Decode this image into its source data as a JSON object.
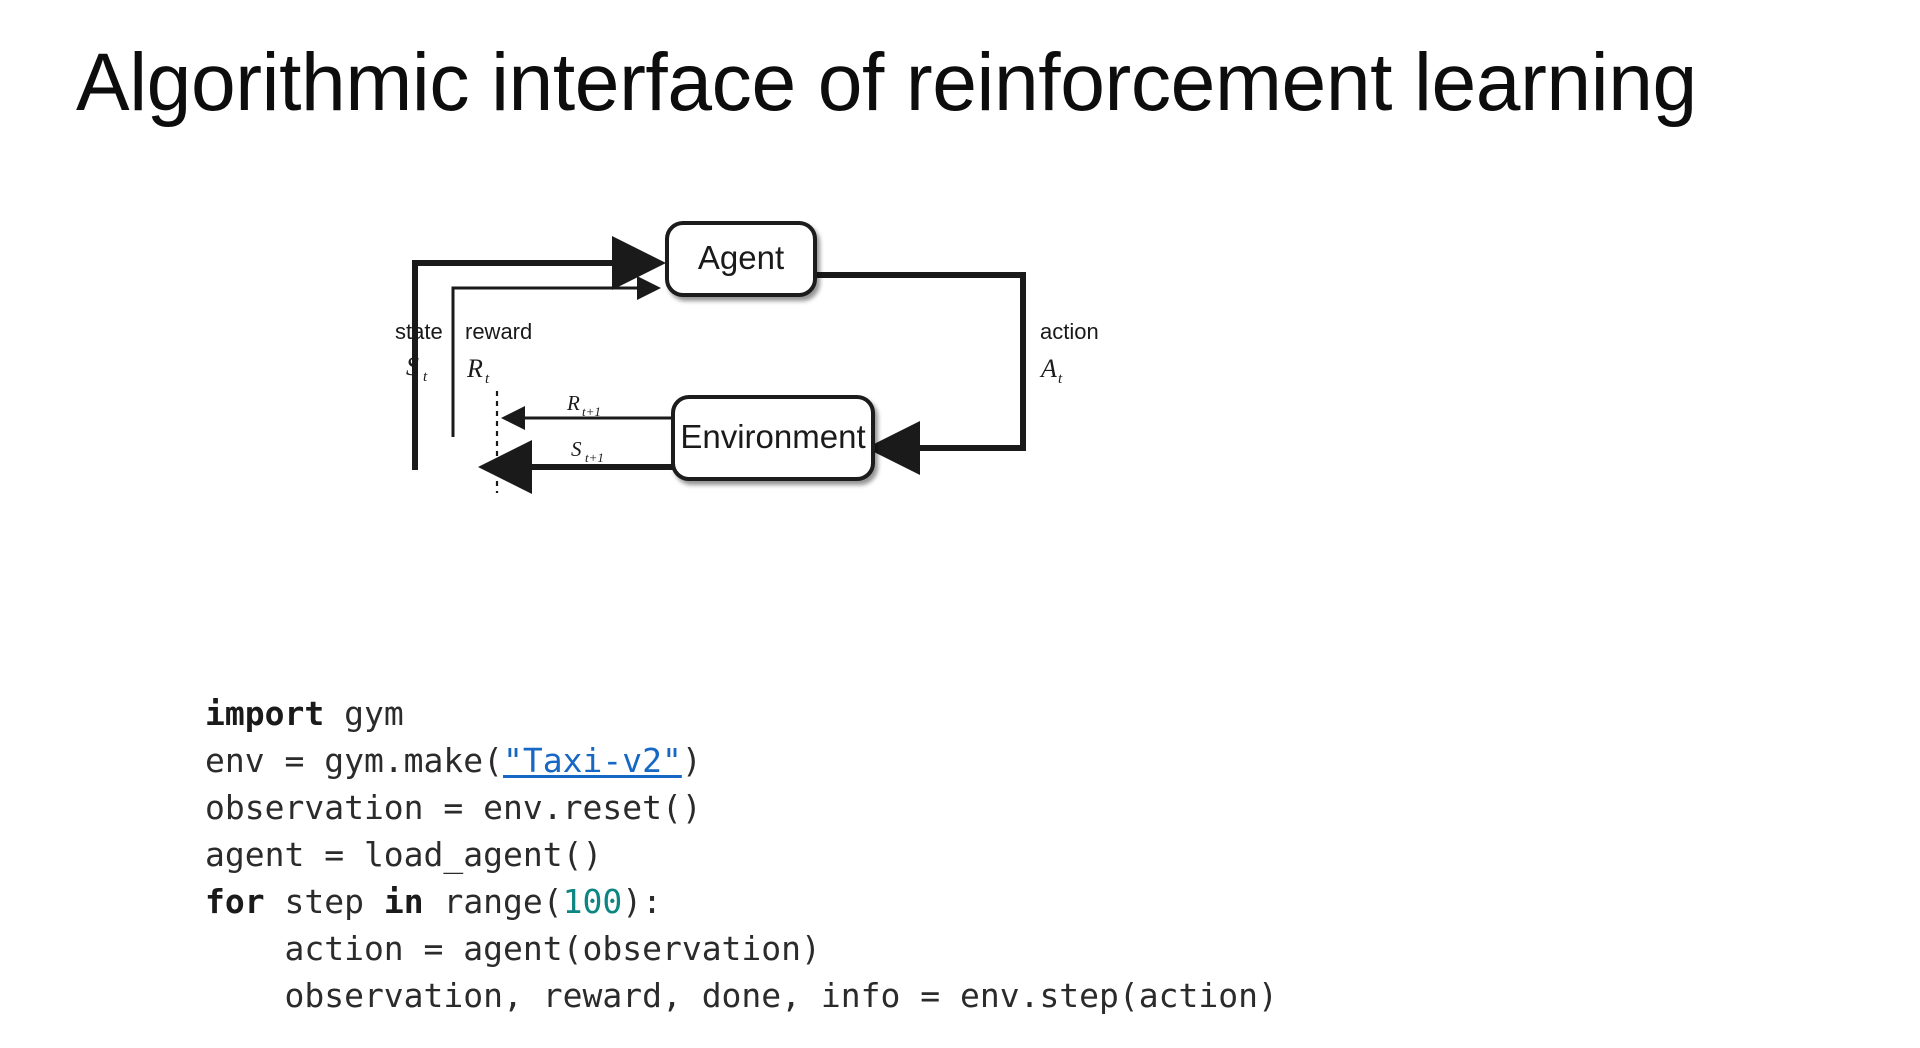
{
  "slide": {
    "title": "Algorithmic interface of reinforcement learning",
    "background_color": "#ffffff"
  },
  "diagram": {
    "name": "agent-environment-interaction-loop",
    "nodes": [
      {
        "id": "agent",
        "label": "Agent"
      },
      {
        "id": "environment",
        "label": "Environment"
      }
    ],
    "edge_labels": {
      "state_word": "state",
      "state_symbol": "S",
      "state_subscript": "t",
      "reward_word": "reward",
      "reward_symbol": "R",
      "reward_subscript": "t",
      "action_word": "action",
      "action_symbol": "A",
      "action_subscript": "t",
      "next_reward_symbol": "R",
      "next_reward_subscript": "t+1",
      "next_state_symbol": "S",
      "next_state_subscript": "t+1"
    },
    "line_color": "#1a1a1a",
    "box_fill": "#ffffff"
  },
  "code": {
    "language": "python",
    "link_color": "#1668c4",
    "number_color": "#0d8582",
    "text_color": "#2b2b2b",
    "lines": [
      {
        "tokens": [
          {
            "text": "import",
            "type": "keyword"
          },
          {
            "text": " gym",
            "type": "plain"
          }
        ]
      },
      {
        "tokens": [
          {
            "text": "env = gym.make(",
            "type": "plain"
          },
          {
            "text": "\"Taxi-v2\"",
            "type": "link"
          },
          {
            "text": ")",
            "type": "plain"
          }
        ]
      },
      {
        "tokens": [
          {
            "text": "observation = env.reset()",
            "type": "plain"
          }
        ]
      },
      {
        "tokens": [
          {
            "text": "agent = load_agent()",
            "type": "plain"
          }
        ]
      },
      {
        "tokens": [
          {
            "text": "for",
            "type": "keyword"
          },
          {
            "text": " step ",
            "type": "plain"
          },
          {
            "text": "in",
            "type": "keyword"
          },
          {
            "text": " range(",
            "type": "plain"
          },
          {
            "text": "100",
            "type": "number"
          },
          {
            "text": "):",
            "type": "plain"
          }
        ]
      },
      {
        "tokens": [
          {
            "text": "    action = agent(observation)",
            "type": "plain"
          }
        ]
      },
      {
        "tokens": [
          {
            "text": "    observation, reward, done, info = env.step(action)",
            "type": "plain"
          }
        ]
      }
    ]
  }
}
